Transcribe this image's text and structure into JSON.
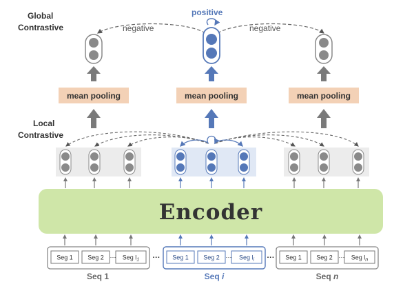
{
  "labels": {
    "global_line1": "Global",
    "global_line2": "Contrastive",
    "local_line1": "Local",
    "local_line2": "Contrastive",
    "positive": "positive",
    "negative_left": "negative",
    "negative_right": "negative",
    "encoder": "Encoder"
  },
  "pooling": {
    "left": "mean pooling",
    "center": "mean pooling",
    "right": "mean pooling"
  },
  "sequences": [
    {
      "label": "Seq 1",
      "segs": [
        "Seg 1",
        "Seg 2",
        "Seg l",
        "1"
      ]
    },
    {
      "label": "Seq i",
      "segs": [
        "Seg 1",
        "Seg 2",
        "Seg l",
        "i"
      ]
    },
    {
      "label": "Seq n",
      "segs": [
        "Seg 1",
        "Seg 2",
        "Seg l",
        "n"
      ]
    }
  ],
  "ellipsis": "···",
  "colors": {
    "blue": "#5578b8",
    "gray": "#777777",
    "pooling_fill": "#f3d1b6",
    "encoder_fill": "#cfe6a8",
    "local_gray_bg": "#ececec",
    "local_blue_bg": "#e0e8f5"
  }
}
